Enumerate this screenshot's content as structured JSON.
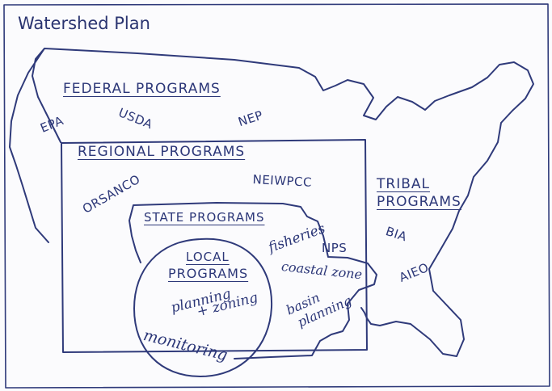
{
  "title": "Watershed Plan",
  "federal": {
    "heading": "FEDERAL PROGRAMS",
    "agencies": [
      "EPA",
      "USDA",
      "NEP"
    ]
  },
  "regional": {
    "heading": "REGIONAL PROGRAMS",
    "agencies": [
      "ORSANCO",
      "NEIWPCC"
    ]
  },
  "tribal": {
    "heading_line1": "TRIBAL",
    "heading_line2": "PROGRAMS",
    "agencies": [
      "BIA",
      "AIEO"
    ]
  },
  "state": {
    "heading": "STATE PROGRAMS",
    "items": [
      "fisheries",
      "NPS",
      "coastal zone",
      "basin",
      "planning"
    ]
  },
  "local": {
    "heading_line1": "LOCAL",
    "heading_line2": "PROGRAMS",
    "items": [
      "planning",
      "+ zoning",
      "monitoring"
    ]
  },
  "colors": {
    "ink": "#2f3a7a",
    "paper": "#fbfbfd"
  }
}
